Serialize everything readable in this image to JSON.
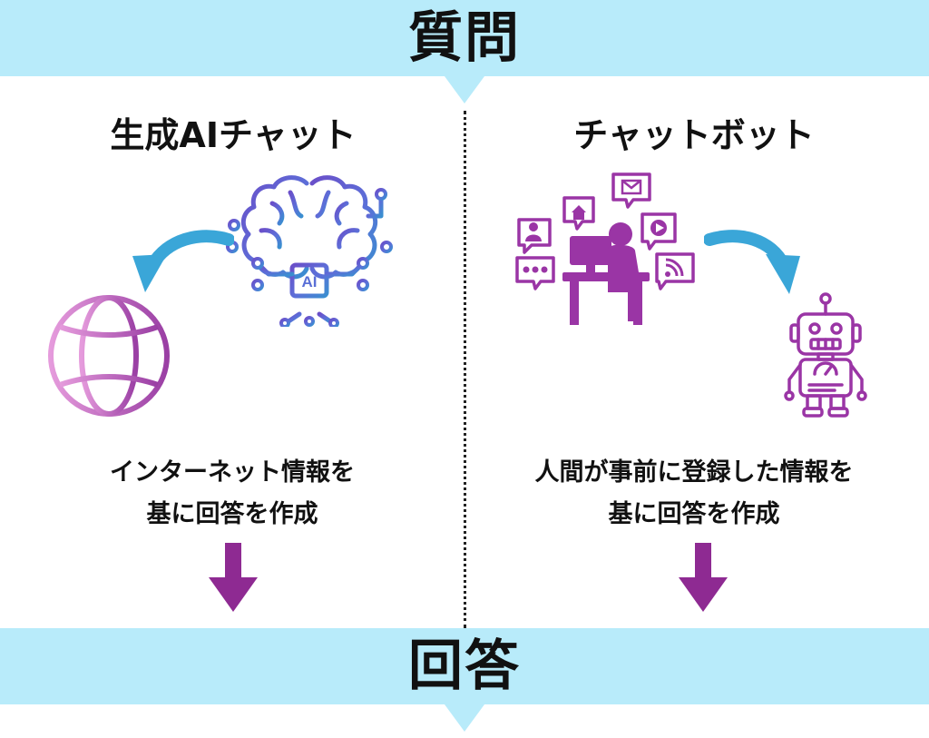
{
  "header": {
    "title": "質問"
  },
  "footer": {
    "title": "回答"
  },
  "left_column": {
    "title": "生成AIチャット",
    "desc_line1": "インターネット情報を",
    "desc_line2": "基に回答を作成",
    "chip_label": "AI",
    "icons": [
      "brain-circuit-ai-icon",
      "globe-icon",
      "curved-arrow-icon",
      "down-arrow-icon"
    ]
  },
  "right_column": {
    "title": "チャットボット",
    "desc_line1": "人間が事前に登録した情報を",
    "desc_line2": "基に回答を作成",
    "icons": [
      "person-at-computer-icon",
      "robot-icon",
      "curved-arrow-icon",
      "down-arrow-icon"
    ]
  },
  "colors": {
    "band": "#b8ebfa",
    "accent_purple": "#8e2a92",
    "icon_purple": "#9a35a5",
    "arrow_blue": "#3aa6d8",
    "text": "#111111"
  }
}
